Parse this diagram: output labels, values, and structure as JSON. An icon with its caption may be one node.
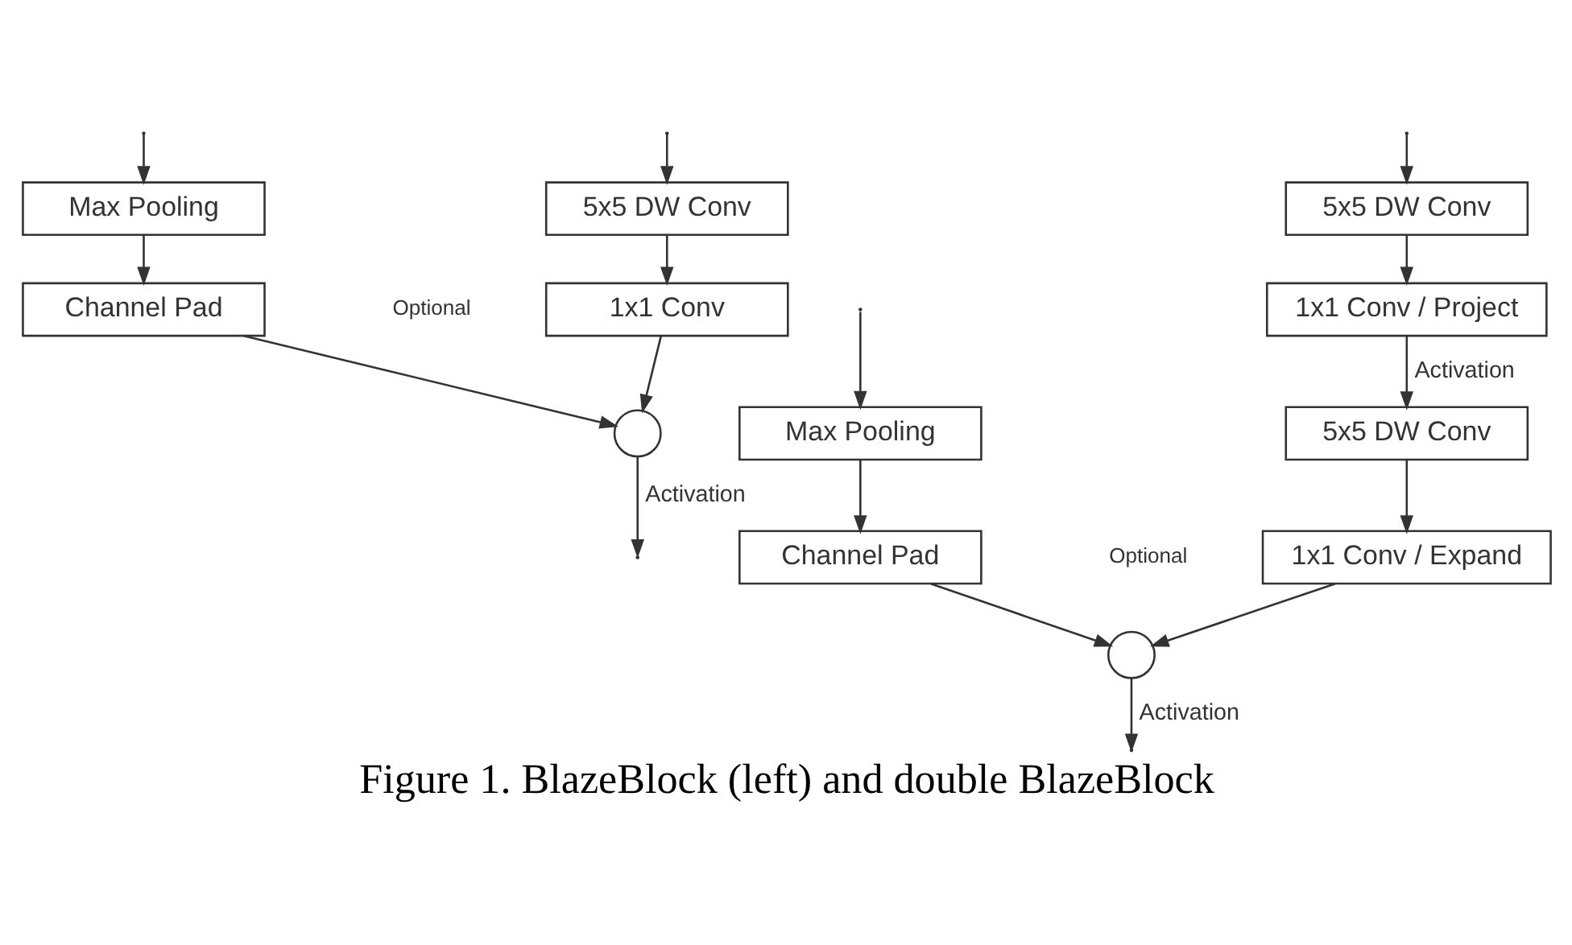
{
  "diagram": {
    "caption": "Figure 1. BlazeBlock (left) and double BlazeBlock",
    "nodes": [
      {
        "text": [
          "5x5 DW Conv"
        ]
      },
      {
        "text": [
          "1x1 Conv"
        ]
      },
      {
        "text": [
          "Max Pooling"
        ]
      },
      {
        "text": [
          "Channel Pad"
        ]
      },
      {
        "text": [],
        "shape": "circle"
      },
      {
        "text": [
          "5x5 DW Conv"
        ]
      },
      {
        "text": [
          "1x1 Conv / Project"
        ]
      },
      {
        "text": [
          "5x5 DW Conv"
        ]
      },
      {
        "text": [
          "1x1 Conv / Expand"
        ]
      },
      {
        "text": [
          "Max Pooling"
        ]
      },
      {
        "text": [
          "Channel Pad"
        ]
      },
      {
        "text": [],
        "shape": "circle"
      }
    ],
    "edges": [
      {
        "from": null,
        "to": 0,
        "arrow": "to"
      },
      {
        "from": null,
        "to": 2,
        "arrow": "to"
      },
      {
        "from": 0,
        "to": 1,
        "arrow": "to"
      },
      {
        "from": 2,
        "to": 3,
        "arrow": "to"
      },
      {
        "from": 1,
        "to": 4,
        "arrow": "to"
      },
      {
        "from": 3,
        "to": 4,
        "arrow": "to"
      },
      {
        "from": 4,
        "to": null,
        "arrow": "to",
        "label": "Activation"
      },
      {
        "from": null,
        "to": 5,
        "arrow": "to"
      },
      {
        "from": null,
        "to": 9,
        "arrow": "to"
      },
      {
        "from": 5,
        "to": 6,
        "arrow": "to"
      },
      {
        "from": 6,
        "to": 7,
        "arrow": "to",
        "label": "Activation"
      },
      {
        "from": 7,
        "to": 8,
        "arrow": "to"
      },
      {
        "from": 9,
        "to": 10,
        "arrow": "to"
      },
      {
        "from": 8,
        "to": 11,
        "arrow": "to"
      },
      {
        "from": 10,
        "to": 11,
        "arrow": "to"
      },
      {
        "from": 11,
        "to": null,
        "arrow": "to",
        "label": "Activation"
      }
    ],
    "labels": [
      "Optional",
      "Optional"
    ]
  }
}
